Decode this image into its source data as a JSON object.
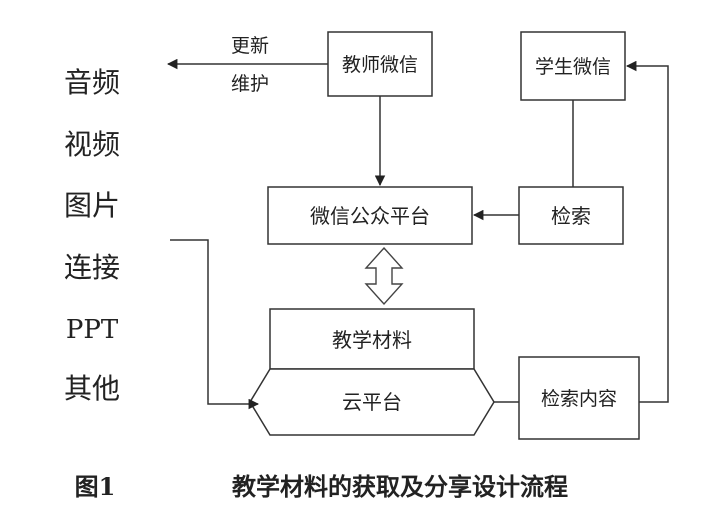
{
  "media_types": [
    "音频",
    "视频",
    "图片",
    "连接",
    "PPT",
    "其他"
  ],
  "nodes": {
    "teacher_wechat": "教师微信",
    "student_wechat": "学生微信",
    "official_platform": "微信公众平台",
    "search": "检索",
    "teaching_materials": "教学材料",
    "cloud_platform": "云平台",
    "search_content": "检索内容"
  },
  "edge_labels": {
    "update": "更新",
    "maintain": "维护"
  },
  "caption": {
    "figure_number": "图1",
    "title": "教学材料的获取及分享设计流程"
  }
}
